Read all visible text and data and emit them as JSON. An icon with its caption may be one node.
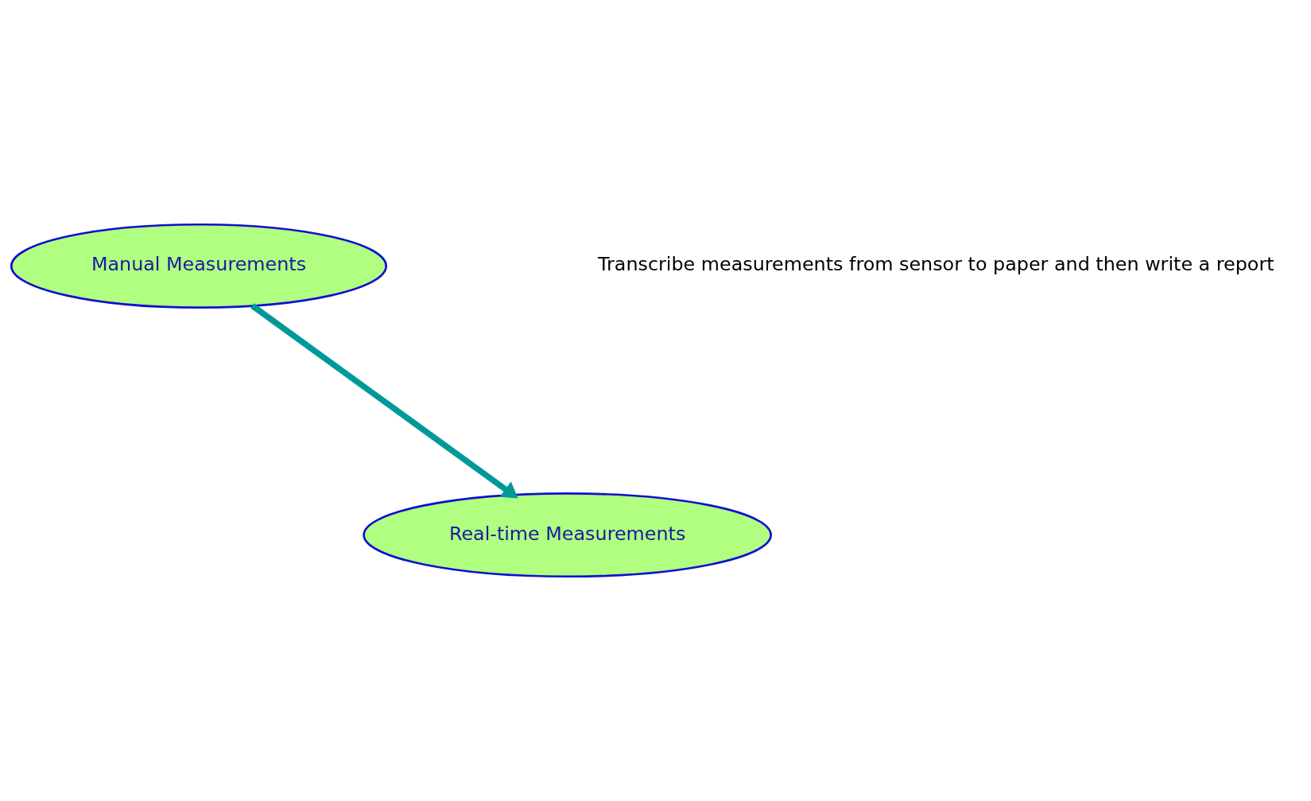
{
  "diagram": {
    "nodes": [
      {
        "text": [
          "Manual Measurements"
        ]
      },
      {
        "text": [
          "Real-time Measurements"
        ]
      }
    ],
    "edges": [
      {
        "from": 0,
        "to": 1,
        "arrow": "to",
        "color": "#009999"
      }
    ],
    "labels": [
      "Transcribe measurements from sensor to paper and then write a report"
    ]
  }
}
